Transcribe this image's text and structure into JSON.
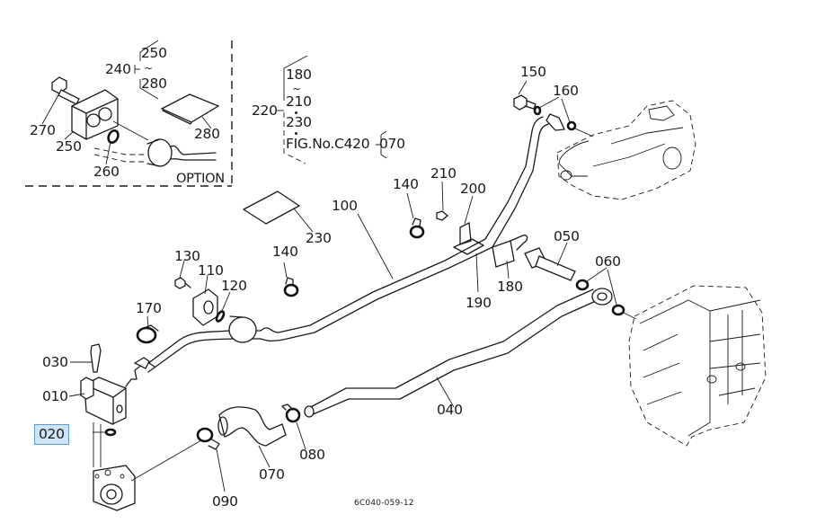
{
  "diagram": {
    "title": "Hydraulic pipe parts diagram",
    "figure_code": "6C040-059-12",
    "highlight_color": "#cfe4f7",
    "highlight_border": "#5b9bd5",
    "selected_part": "020",
    "option_box": {
      "label": "OPTION",
      "parts": [
        "270",
        "250",
        "260",
        "280"
      ],
      "group": {
        "id": "240",
        "range_start": "250",
        "range_end": "280",
        "range_sep": "~"
      }
    },
    "group_220": {
      "id": "220",
      "members": [
        "180",
        "~",
        "210",
        "·",
        "230",
        "·"
      ],
      "reference": "FIG.No.C420",
      "reference_part": "070"
    },
    "callouts": [
      {
        "id": "010",
        "name": "callout-010"
      },
      {
        "id": "020",
        "name": "callout-020",
        "selected": true
      },
      {
        "id": "030",
        "name": "callout-030"
      },
      {
        "id": "040",
        "name": "callout-040"
      },
      {
        "id": "050",
        "name": "callout-050"
      },
      {
        "id": "060",
        "name": "callout-060"
      },
      {
        "id": "070",
        "name": "callout-070"
      },
      {
        "id": "080",
        "name": "callout-080"
      },
      {
        "id": "090",
        "name": "callout-090"
      },
      {
        "id": "100",
        "name": "callout-100"
      },
      {
        "id": "110",
        "name": "callout-110"
      },
      {
        "id": "120",
        "name": "callout-120"
      },
      {
        "id": "130",
        "name": "callout-130"
      },
      {
        "id": "140",
        "name": "callout-140-upper"
      },
      {
        "id": "140",
        "name": "callout-140-lower"
      },
      {
        "id": "150",
        "name": "callout-150"
      },
      {
        "id": "160",
        "name": "callout-160"
      },
      {
        "id": "170",
        "name": "callout-170"
      },
      {
        "id": "180",
        "name": "callout-180"
      },
      {
        "id": "190",
        "name": "callout-190"
      },
      {
        "id": "200",
        "name": "callout-200"
      },
      {
        "id": "210",
        "name": "callout-210"
      },
      {
        "id": "230",
        "name": "callout-230"
      },
      {
        "id": "250",
        "name": "callout-250"
      },
      {
        "id": "260",
        "name": "callout-260"
      },
      {
        "id": "270",
        "name": "callout-270"
      },
      {
        "id": "280",
        "name": "callout-280"
      }
    ]
  }
}
